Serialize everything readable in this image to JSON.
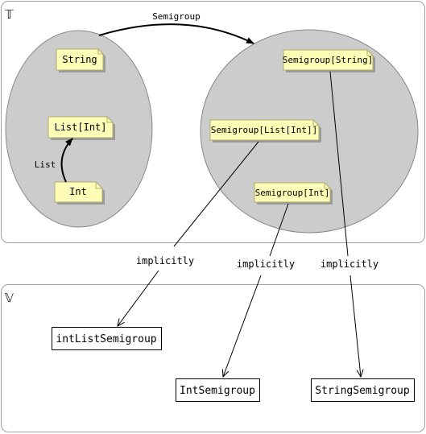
{
  "panels": {
    "types_label": "𝕋",
    "values_label": "𝕍"
  },
  "types": {
    "string": "String",
    "list_int": "List[Int]",
    "int": "Int",
    "semigroup_string": "Semigroup[String]",
    "semigroup_list_int": "Semigroup[List[Int]]",
    "semigroup_int": "Semigroup[Int]"
  },
  "arrows": {
    "semigroup": "Semigroup",
    "list": "List",
    "implicitly_1": "implicitly",
    "implicitly_2": "implicitly",
    "implicitly_3": "implicitly"
  },
  "values": {
    "int_list_semigroup": "intListSemigroup",
    "int_semigroup": "IntSemigroup",
    "string_semigroup": "StringSemigroup"
  },
  "colors": {
    "panel_border": "#a0a0a0",
    "ellipse_fill": "#cccccc",
    "ellipse_stroke": "#888888",
    "note_fill": "#fdfdb8",
    "note_stroke": "#b0ad6a",
    "shadow": "#9a9a9a",
    "line": "#000000"
  }
}
